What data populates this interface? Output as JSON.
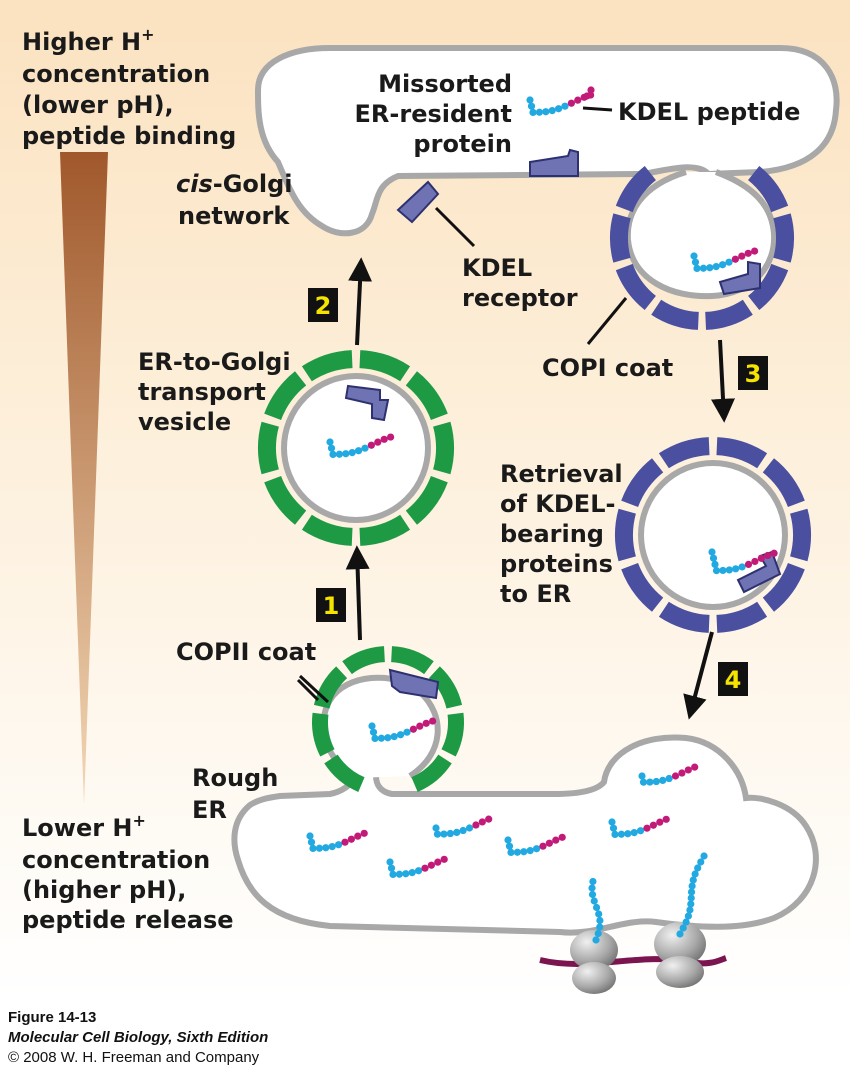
{
  "gradient": {
    "top_lines": [
      "Higher H",
      "concentration",
      "(lower pH),",
      "peptide binding"
    ],
    "top_superscript": "+",
    "bottom_lines": [
      "Lower H",
      "concentration",
      "(higher pH),",
      "peptide release"
    ],
    "bottom_superscript": "+"
  },
  "labels": {
    "cis_golgi_italic": "cis",
    "cis_golgi_rest": "-Golgi",
    "cis_golgi_line2": "network",
    "missorted": [
      "Missorted",
      "ER-resident",
      "protein"
    ],
    "kdel_peptide": "KDEL peptide",
    "kdel_receptor": [
      "KDEL",
      "receptor"
    ],
    "er_to_golgi": [
      "ER-to-Golgi",
      "transport",
      "vesicle"
    ],
    "copi_coat": "COPI coat",
    "retrieval": [
      "Retrieval",
      "of KDEL-",
      "bearing",
      "proteins",
      "to ER"
    ],
    "copii_coat": "COPII coat",
    "rough_er": [
      "Rough",
      "ER"
    ]
  },
  "steps": [
    "1",
    "2",
    "3",
    "4"
  ],
  "caption": {
    "figure": "Figure 14-13",
    "book": "Molecular Cell Biology, Sixth Edition",
    "copyright": "© 2008 W. H. Freeman and Company"
  },
  "colors": {
    "background_top": "#fbe4c2",
    "background_bottom": "#ffffff",
    "membrane": "#a6a6a6",
    "copii_coat": "#1e9a45",
    "copi_coat": "#4a4fa0",
    "receptor": "#6f73b4",
    "peptide_blue": "#22a9e1",
    "peptide_magenta": "#c21a78",
    "gradient_dark": "#a0582b",
    "gradient_light": "#f0cfa8",
    "step_box": "#111111",
    "step_text": "#f5e400",
    "mrna": "#7a1550",
    "ribosome": "#9a9a9a"
  }
}
